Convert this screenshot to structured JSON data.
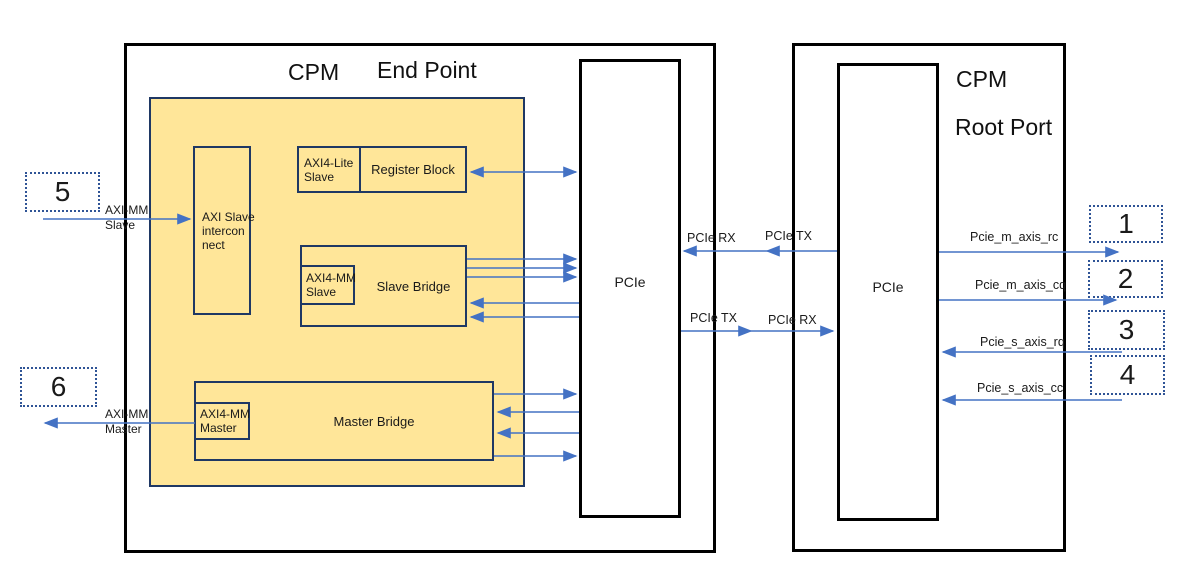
{
  "colors": {
    "block_fill": "#FFE699",
    "block_border": "#1F3864",
    "arrow": "#4472C4",
    "outer_border": "#000000",
    "dotted_border": "#2F5496"
  },
  "endpoint": {
    "label_cpm": "CPM",
    "label_title": "End Point",
    "pcie_label": "PCIe",
    "interconnect": {
      "l1": "AXI Slave",
      "l2": "intercon",
      "l3": "nect"
    },
    "register_block": {
      "port_l1": "AXI4-Lite",
      "port_l2": "Slave",
      "name": "Register Block"
    },
    "slave_bridge": {
      "port_l1": "AXI4-MM",
      "port_l2": "Slave",
      "name": "Slave Bridge"
    },
    "master_bridge": {
      "port_l1": "AXI4-MM",
      "port_l2": "Master",
      "name": "Master Bridge"
    }
  },
  "rootport": {
    "label_cpm": "CPM",
    "label_title": "Root Port",
    "pcie_label": "PCIe"
  },
  "external_ports": {
    "slave_in": {
      "number": "5",
      "label_l1": "AXI-MM",
      "label_l2": "Slave"
    },
    "master_out": {
      "number": "6",
      "label_l1": "AXI-MM",
      "label_l2": "Master"
    },
    "streams": [
      {
        "number": "1",
        "label": "Pcie_m_axis_rc"
      },
      {
        "number": "2",
        "label": "Pcie_m_axis_cq"
      },
      {
        "number": "3",
        "label": "Pcie_s_axis_rq"
      },
      {
        "number": "4",
        "label": "Pcie_s_axis_cc"
      }
    ]
  },
  "link_labels": {
    "top_rx": "PCIe RX",
    "top_tx": "PCIe TX",
    "bottom_tx": "PCIe TX",
    "bottom_rx": "PCIe RX"
  }
}
